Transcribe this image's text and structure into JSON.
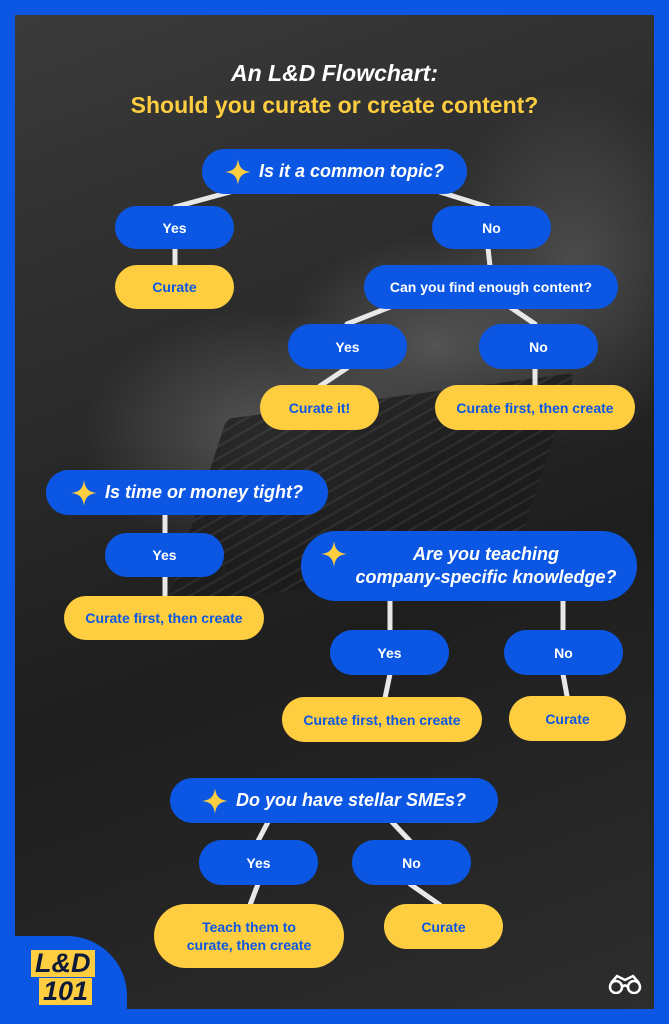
{
  "title": {
    "line1": "An L&D Flowchart:",
    "line2": "Should you curate or create content?"
  },
  "flow": {
    "q1": "Is it a common topic?",
    "q1_yes": "Yes",
    "q1_no": "No",
    "q1_yes_result": "Curate",
    "q1b": "Can you find enough content?",
    "q1b_yes": "Yes",
    "q1b_no": "No",
    "q1b_yes_result": "Curate it!",
    "q1b_no_result": "Curate first, then create",
    "q2": "Is time or money tight?",
    "q2_yes": "Yes",
    "q2_yes_result": "Curate first, then create",
    "q3_line1": "Are you teaching",
    "q3_line2": "company-specific knowledge?",
    "q3_yes": "Yes",
    "q3_no": "No",
    "q3_yes_result": "Curate first, then create",
    "q3_no_result": "Curate",
    "q4": "Do you have stellar SMEs?",
    "q4_yes": "Yes",
    "q4_no": "No",
    "q4_yes_result_line1": "Teach them to",
    "q4_yes_result_line2": "curate, then create",
    "q4_no_result": "Curate"
  },
  "logo": {
    "line1": "L&D",
    "line2": "101"
  },
  "colors": {
    "blue": "#0b57e3",
    "yellow": "#ffcd40",
    "white": "#ffffff"
  },
  "icons": [
    "sparkle-icon",
    "glasses-icon"
  ]
}
